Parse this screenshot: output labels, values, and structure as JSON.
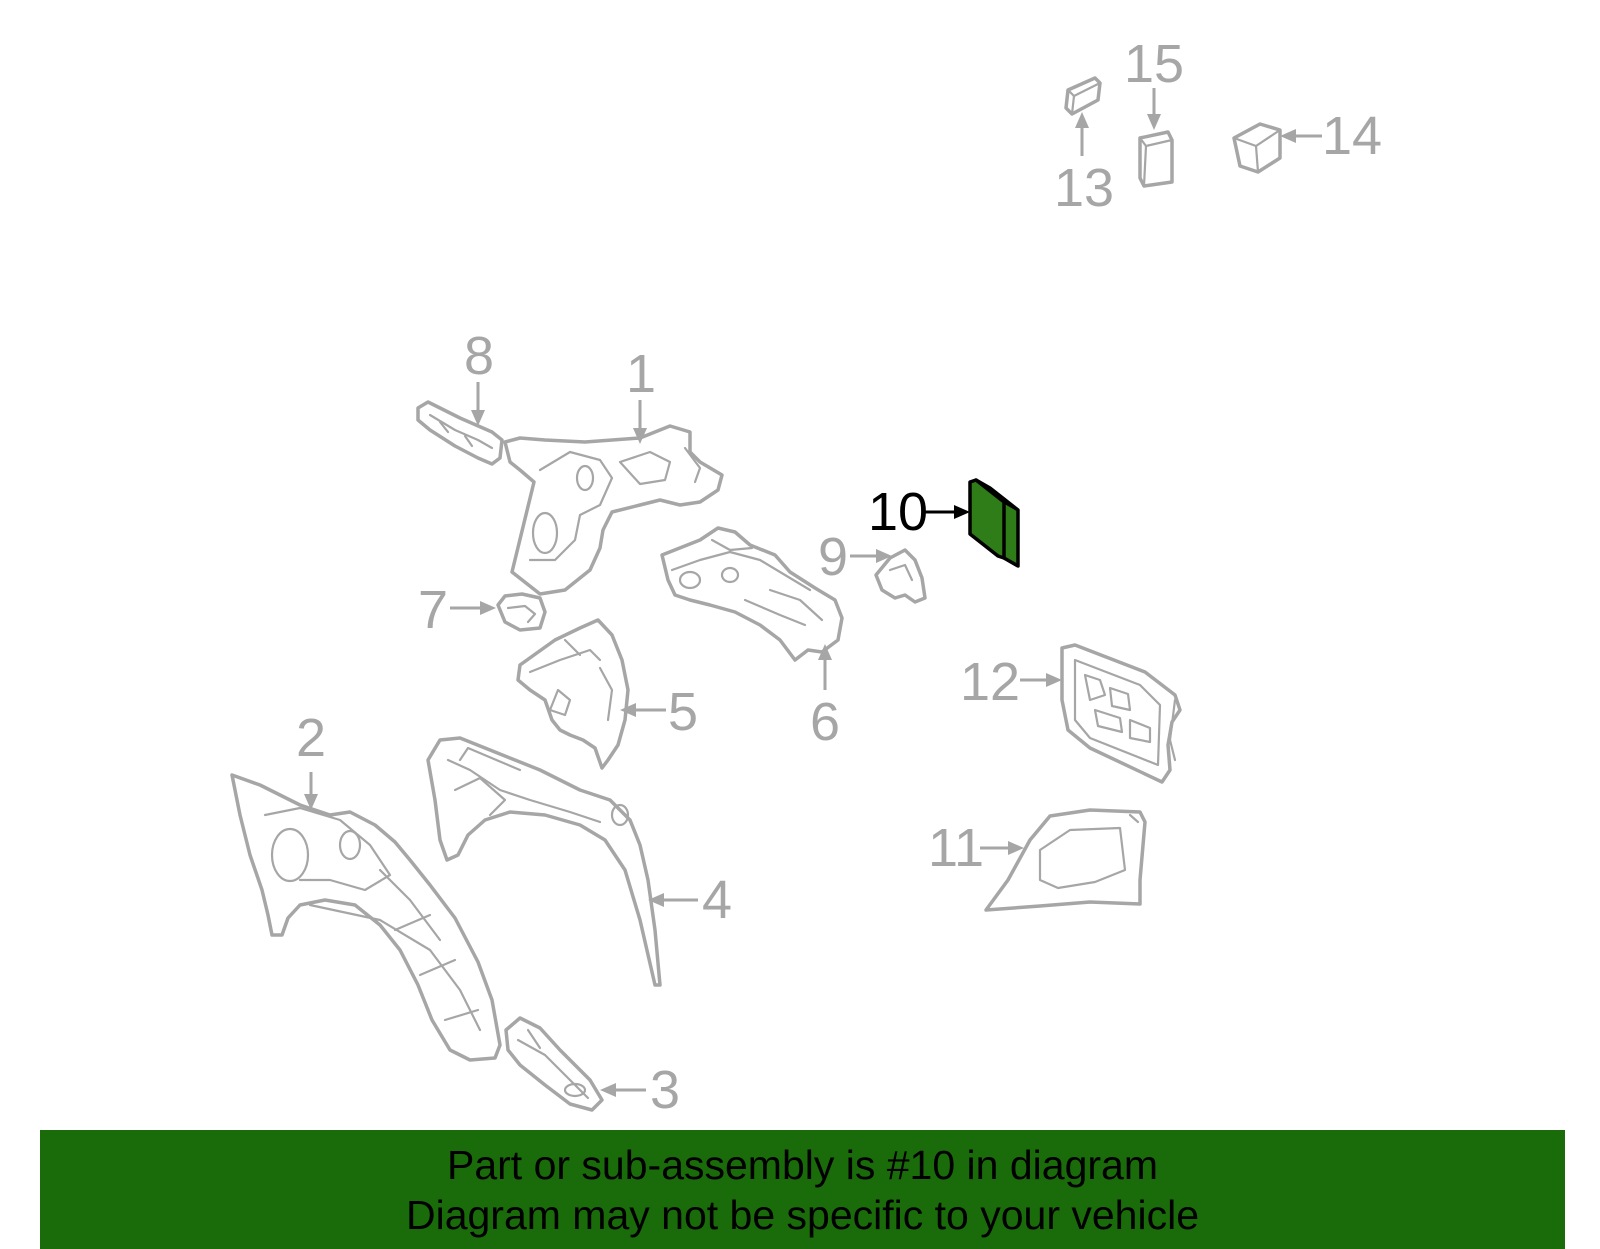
{
  "diagram": {
    "highlighted_part": "10",
    "callouts": [
      "1",
      "2",
      "3",
      "4",
      "5",
      "6",
      "7",
      "8",
      "9",
      "10",
      "11",
      "12",
      "13",
      "14",
      "15"
    ]
  },
  "banner": {
    "line1": "Part or sub-assembly is #10 in diagram",
    "line2": "Diagram may not be specific to your vehicle"
  },
  "colors": {
    "banner_bg": "#1a6b0a",
    "highlight_fill": "#2f7d18",
    "part_stroke": "#a6a6a6",
    "text_active": "#000000"
  }
}
